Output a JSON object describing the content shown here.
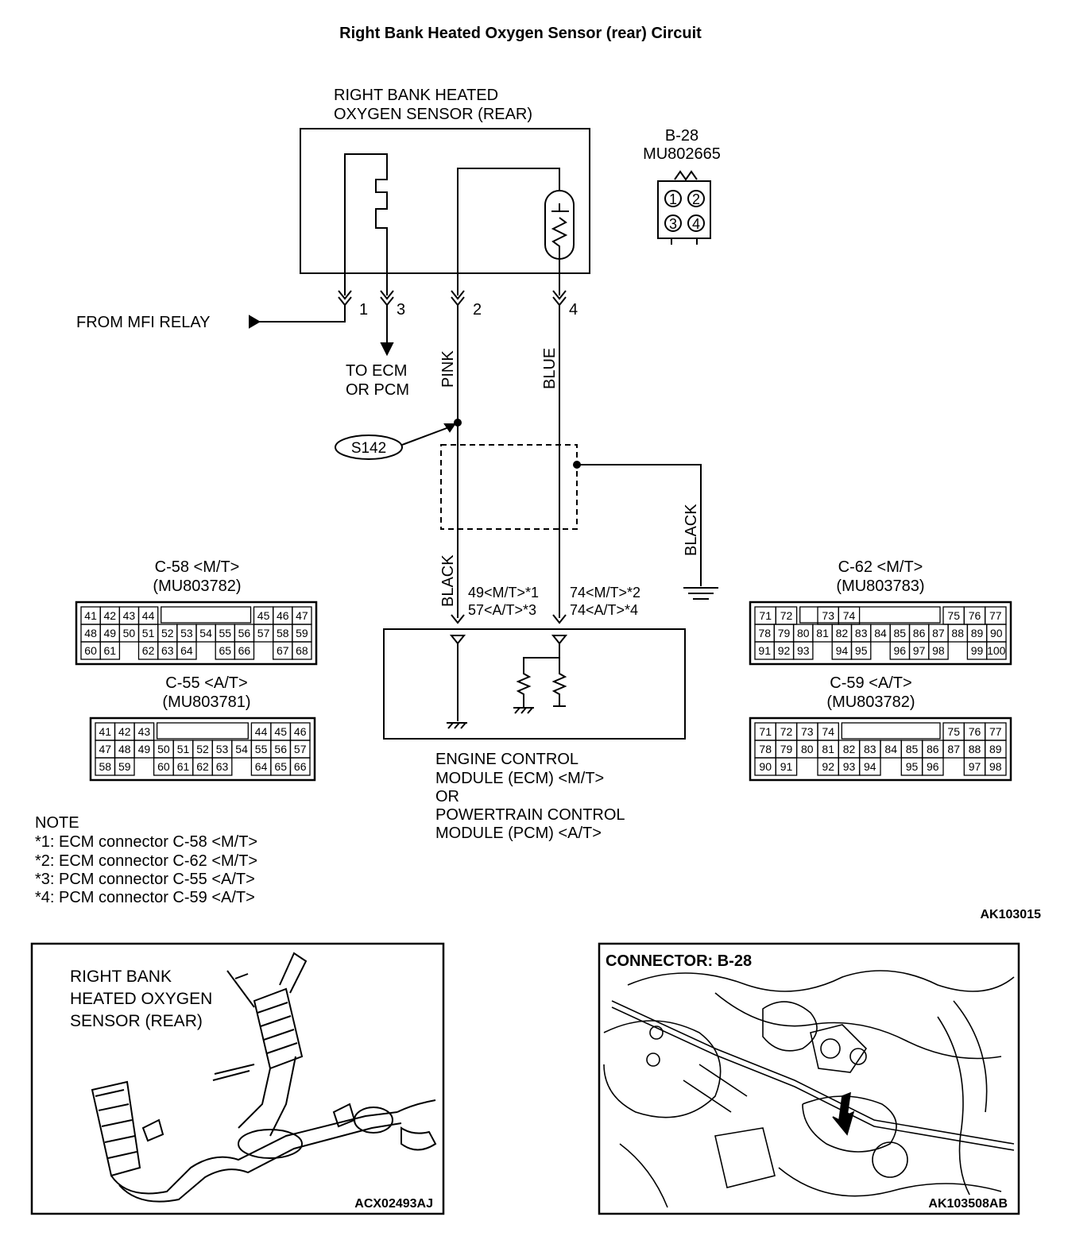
{
  "title": "Right Bank Heated Oxygen Sensor (rear) Circuit",
  "sensor": {
    "line1": "RIGHT BANK HEATED",
    "line2": "OXYGEN SENSOR (REAR)"
  },
  "b28": {
    "id": "B-28",
    "part": "MU802665",
    "pins": [
      "1",
      "2",
      "3",
      "4"
    ]
  },
  "pins": {
    "p1": "1",
    "p2": "2",
    "p3": "3",
    "p4": "4"
  },
  "labels": {
    "from_mfi": "FROM MFI RELAY",
    "to_ecm_1": "TO ECM",
    "to_ecm_2": "OR PCM",
    "splice": "S142",
    "wire_pink": "PINK",
    "wire_blue": "BLUE",
    "wire_black_left": "BLACK",
    "wire_black_right": "BLACK",
    "term_left_1": "49<M/T>*1",
    "term_left_2": "57<A/T>*3",
    "term_right_1": "74<M/T>*2",
    "term_right_2": "74<A/T>*4"
  },
  "ecm": {
    "line1": "ENGINE CONTROL",
    "line2": "MODULE (ECM) <M/T>",
    "line3": "OR",
    "line4": "POWERTRAIN CONTROL",
    "line5": "MODULE (PCM) <A/T>"
  },
  "connectors": {
    "c58": {
      "name": "C-58 <M/T>",
      "part": "(MU803782)",
      "rows": [
        [
          "41",
          "42",
          "43",
          "44",
          "",
          "",
          "",
          "",
          "",
          "45",
          "46",
          "47"
        ],
        [
          "48",
          "49",
          "50",
          "51",
          "52",
          "53",
          "54",
          "55",
          "56",
          "57",
          "58",
          "59"
        ],
        [
          "60",
          "61",
          "",
          "62",
          "63",
          "64",
          "",
          "65",
          "66",
          "",
          "67",
          "68"
        ]
      ]
    },
    "c55": {
      "name": "C-55 <A/T>",
      "part": "(MU803781)",
      "rows": [
        [
          "41",
          "42",
          "43",
          "",
          "",
          "",
          "",
          "",
          "44",
          "45",
          "46"
        ],
        [
          "47",
          "48",
          "49",
          "50",
          "51",
          "52",
          "53",
          "54",
          "55",
          "56",
          "57"
        ],
        [
          "58",
          "59",
          "",
          "60",
          "61",
          "62",
          "63",
          "",
          "64",
          "65",
          "66"
        ]
      ]
    },
    "c62": {
      "name": "C-62 <M/T>",
      "part": "(MU803783)",
      "rows": [
        [
          "71",
          "72",
          "",
          "73",
          "74",
          "",
          "",
          "",
          "",
          "75",
          "76",
          "77"
        ],
        [
          "78",
          "79",
          "80",
          "81",
          "82",
          "83",
          "84",
          "85",
          "86",
          "87",
          "88",
          "89",
          "90"
        ],
        [
          "91",
          "92",
          "93",
          "",
          "94",
          "95",
          "",
          "96",
          "97",
          "98",
          "",
          "99",
          "100"
        ]
      ]
    },
    "c59": {
      "name": "C-59 <A/T>",
      "part": "(MU803782)",
      "rows": [
        [
          "71",
          "72",
          "73",
          "74",
          "",
          "",
          "",
          "",
          "",
          "75",
          "76",
          "77"
        ],
        [
          "78",
          "79",
          "80",
          "81",
          "82",
          "83",
          "84",
          "85",
          "86",
          "87",
          "88",
          "89"
        ],
        [
          "90",
          "91",
          "",
          "92",
          "93",
          "94",
          "",
          "95",
          "96",
          "",
          "97",
          "98"
        ]
      ]
    }
  },
  "notes": {
    "heading": "NOTE",
    "n1": "*1: ECM connector C-58 <M/T>",
    "n2": "*2: ECM connector C-62 <M/T>",
    "n3": "*3: PCM connector C-55 <A/T>",
    "n4": "*4: PCM connector C-59 <A/T>"
  },
  "code_main": "AK103015",
  "photo_left": {
    "label1": "RIGHT BANK",
    "label2": "HEATED OXYGEN",
    "label3": "SENSOR (REAR)",
    "code": "ACX02493AJ"
  },
  "photo_right": {
    "label": "CONNECTOR: B-28",
    "code": "AK103508AB"
  }
}
